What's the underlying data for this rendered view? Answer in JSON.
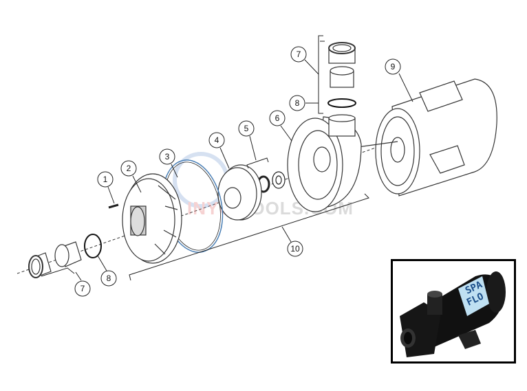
{
  "diagram": {
    "callouts": [
      {
        "id": "callout-1",
        "label": "1"
      },
      {
        "id": "callout-2",
        "label": "2"
      },
      {
        "id": "callout-3",
        "label": "3"
      },
      {
        "id": "callout-4",
        "label": "4"
      },
      {
        "id": "callout-5",
        "label": "5"
      },
      {
        "id": "callout-6",
        "label": "6"
      },
      {
        "id": "callout-7-top",
        "label": "7"
      },
      {
        "id": "callout-8-top",
        "label": "8"
      },
      {
        "id": "callout-9",
        "label": "9"
      },
      {
        "id": "callout-10",
        "label": "10"
      },
      {
        "id": "callout-7-bottom",
        "label": "7"
      },
      {
        "id": "callout-8-bottom",
        "label": "8"
      }
    ],
    "watermark": {
      "part1": "INYO",
      "part2": "POOLS.COM"
    },
    "line_color": "#222222",
    "oring_color": "#4a7fb5"
  },
  "photo": {
    "brand_line1": "SPA",
    "brand_line2": "FLO"
  }
}
